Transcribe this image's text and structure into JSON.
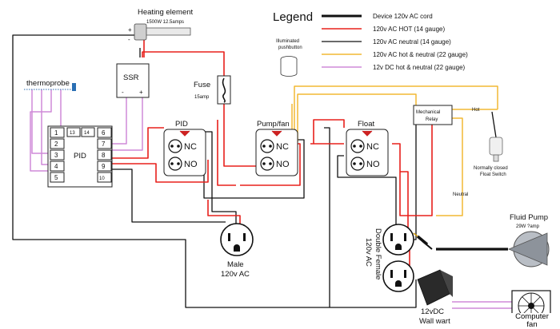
{
  "legend": {
    "title": "Legend",
    "items": [
      {
        "label": "Device 120v AC cord",
        "color": "#111111",
        "width": 3
      },
      {
        "label": "120v AC HOT (14 gauge)",
        "color": "#e8201c",
        "width": 1.6
      },
      {
        "label": "120v AC neutral (14 gauge)",
        "color": "#111111",
        "width": 1.2
      },
      {
        "label": "120v AC hot & neutral (22 gauge)",
        "color": "#f2b833",
        "width": 1.6
      },
      {
        "label": "12v DC hot & neutral (22 gauge)",
        "color": "#cf8ad8",
        "width": 1.6
      }
    ]
  },
  "heater": {
    "title": "Heating element",
    "spec": "1500W  12.5amps",
    "plus": "+",
    "minus": "-"
  },
  "ssr": {
    "label": "SSR",
    "minus": "-",
    "plus": "+"
  },
  "fuse": {
    "label": "Fuse",
    "rating": "15amp"
  },
  "pushbutton": {
    "line1": "Illuminated",
    "line2": "pushbutton"
  },
  "thermoprobe": {
    "label": "thermoprobe"
  },
  "pid": {
    "label": "PID",
    "left_terminals": [
      "1",
      "2",
      "3",
      "4",
      "5"
    ],
    "mid_terminals": [
      "13",
      "14"
    ],
    "right_terminals": [
      "6",
      "7",
      "8",
      "9",
      "10"
    ]
  },
  "relays": [
    {
      "title": "PID",
      "nc": "NC",
      "no": "NO"
    },
    {
      "title": "Pump/fan",
      "nc": "NC",
      "no": "NO"
    },
    {
      "title": "Float",
      "nc": "NC",
      "no": "NO"
    }
  ],
  "mech_relay": {
    "line1": "Mechanical",
    "line2": "Relay",
    "hot": "Hot",
    "neutral": "Neutral"
  },
  "float_switch": {
    "line1": "Normally closed",
    "line2": "Float Switch"
  },
  "male_ac": {
    "line1": "Male",
    "line2": "120v AC"
  },
  "double_female": {
    "line1": "Double Female",
    "line2": "120v AC"
  },
  "pump": {
    "title": "Fluid Pump",
    "spec": "29W  ?amp"
  },
  "fan": {
    "line1": "Computer",
    "line2": "fan"
  },
  "wall_wart": {
    "line1": "12vDC",
    "line2": "Wall wart"
  },
  "colors": {
    "black": "#111111",
    "red": "#e8201c",
    "yellow": "#f2b833",
    "purple": "#cf8ad8",
    "probe_blue": "#2a6fb4",
    "led_red": "#cc2222",
    "grey": "#9aa0a8"
  }
}
